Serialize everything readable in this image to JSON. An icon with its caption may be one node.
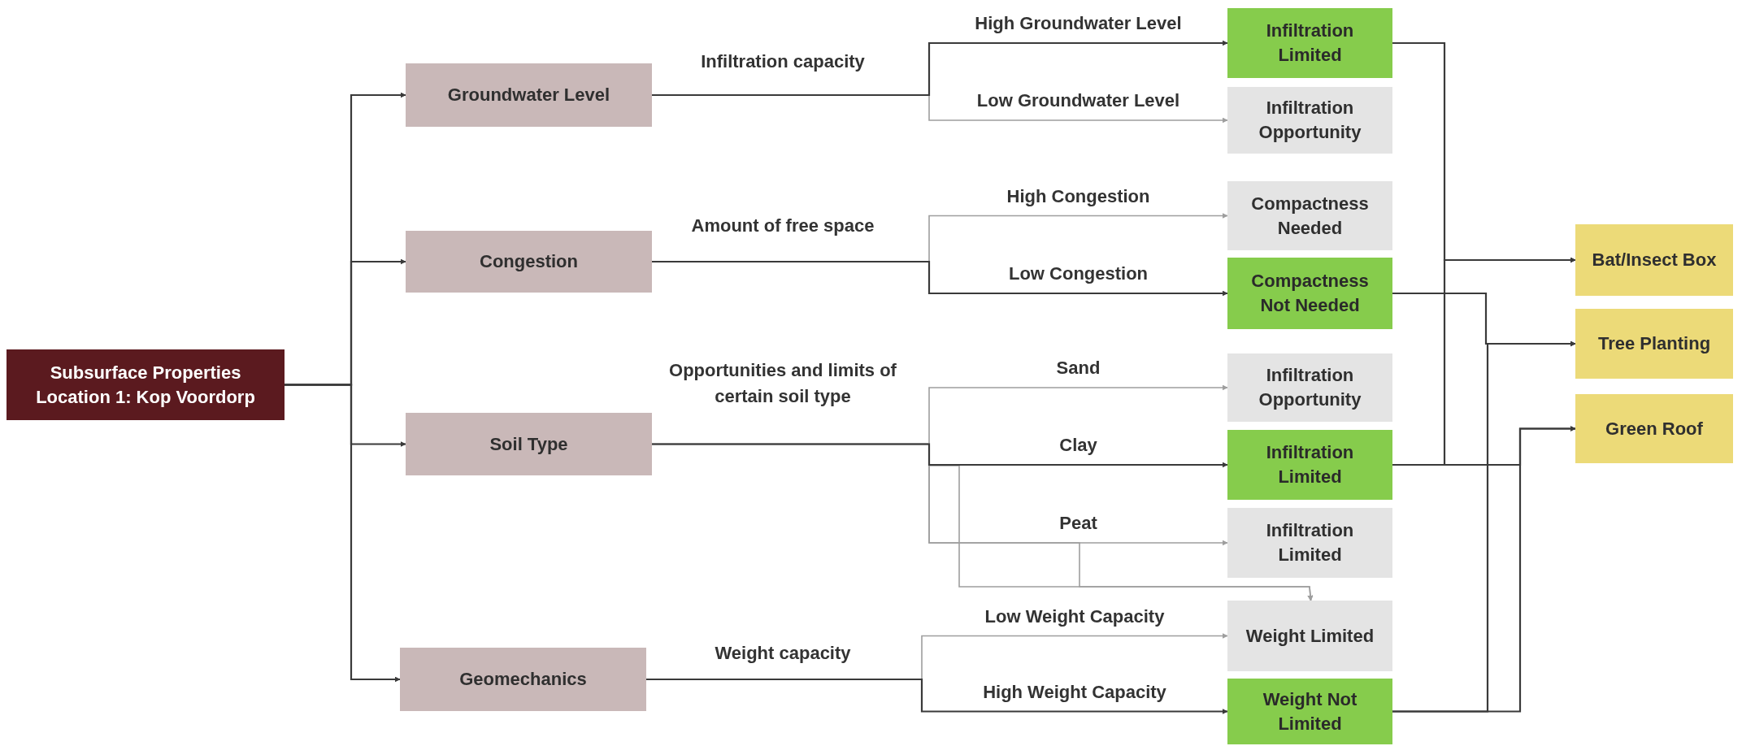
{
  "diagram": {
    "nodes": [
      {
        "text": [
          "Subsurface Properties",
          "Location 1: Kop Voordorp"
        ]
      },
      {
        "text": [
          "Groundwater Level"
        ]
      },
      {
        "text": [
          "Congestion"
        ]
      },
      {
        "text": [
          "Soil Type"
        ]
      },
      {
        "text": [
          "Geomechanics"
        ]
      },
      {
        "text": [
          "Infiltration Limited"
        ]
      },
      {
        "text": [
          "Infiltration Opportunity"
        ]
      },
      {
        "text": [
          "Compactness Needed"
        ]
      },
      {
        "text": [
          "Compactness Not Needed"
        ]
      },
      {
        "text": [
          "Infiltration Opportunity"
        ]
      },
      {
        "text": [
          "Infiltration Limited"
        ]
      },
      {
        "text": [
          "Infiltration Limited"
        ]
      },
      {
        "text": [
          "Weight Limited"
        ]
      },
      {
        "text": [
          "Weight Not Limited"
        ]
      },
      {
        "text": [
          "Bat/Insect Box"
        ]
      },
      {
        "text": [
          "Tree Planting"
        ]
      },
      {
        "text": [
          "Green Roof"
        ]
      }
    ],
    "edges": [
      {
        "from": 0,
        "to": 1,
        "arrow": "to"
      },
      {
        "from": 0,
        "to": 2,
        "arrow": "to"
      },
      {
        "from": 0,
        "to": 3,
        "arrow": "to"
      },
      {
        "from": 0,
        "to": 4,
        "arrow": "to"
      },
      {
        "from": 1,
        "to": 5,
        "arrow": "to",
        "label": "High Groundwater Level"
      },
      {
        "from": 1,
        "to": 6,
        "arrow": "to",
        "label": "Low Groundwater Level",
        "color": "#9e9e9e"
      },
      {
        "from": 2,
        "to": 7,
        "arrow": "to",
        "label": "High Congestion",
        "color": "#9e9e9e"
      },
      {
        "from": 2,
        "to": 8,
        "arrow": "to",
        "label": "Low Congestion"
      },
      {
        "from": 3,
        "to": 9,
        "arrow": "to",
        "label": "Sand",
        "color": "#9e9e9e"
      },
      {
        "from": 3,
        "to": 10,
        "arrow": "to",
        "label": "Clay"
      },
      {
        "from": 3,
        "to": 11,
        "arrow": "to",
        "label": "Peat",
        "color": "#9e9e9e"
      },
      {
        "from": 3,
        "to": 12,
        "arrow": "to",
        "color": "#9e9e9e"
      },
      {
        "from": 3,
        "to": 12,
        "arrow": "to",
        "color": "#9e9e9e"
      },
      {
        "from": 4,
        "to": 12,
        "arrow": "to",
        "label": "Low Weight Capacity",
        "color": "#9e9e9e"
      },
      {
        "from": 4,
        "to": 13,
        "arrow": "to",
        "label": "High Weight Capacity"
      },
      {
        "from": 5,
        "to": 14,
        "arrow": "to"
      },
      {
        "from": 10,
        "to": 14,
        "arrow": "to"
      },
      {
        "from": 8,
        "to": 15,
        "arrow": "to"
      },
      {
        "from": 13,
        "to": 15,
        "arrow": "to"
      },
      {
        "from": 10,
        "to": 16,
        "arrow": "to"
      },
      {
        "from": 13,
        "to": 16,
        "arrow": "to"
      }
    ],
    "labels": [
      "Infiltration capacity",
      "Amount of free space",
      "Opportunities and limits of certain soil type",
      "Weight capacity"
    ]
  }
}
